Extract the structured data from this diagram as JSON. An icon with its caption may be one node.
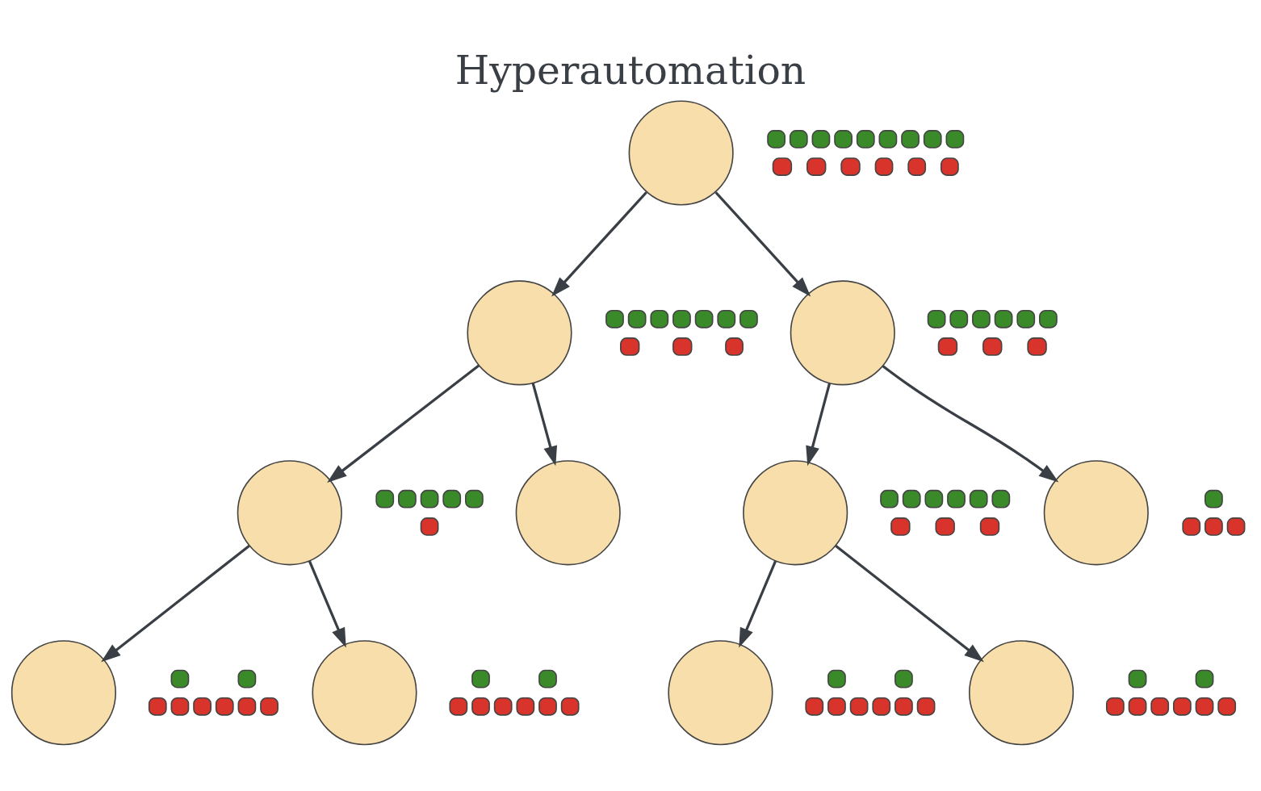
{
  "diagram": {
    "title": "Hyperautomation",
    "nodes": [
      {
        "text": [],
        "shape": "circle"
      },
      {
        "text": [],
        "shape": "circle"
      },
      {
        "text": [],
        "shape": "circle"
      },
      {
        "text": [],
        "shape": "circle"
      },
      {
        "text": [],
        "shape": "circle"
      },
      {
        "text": [],
        "shape": "circle"
      },
      {
        "text": [],
        "shape": "circle"
      },
      {
        "text": [],
        "shape": "circle"
      },
      {
        "text": [],
        "shape": "circle"
      },
      {
        "text": [],
        "shape": "circle"
      },
      {
        "text": [],
        "shape": "circle"
      }
    ],
    "edges": [
      {
        "from": 0,
        "to": 1,
        "arrow": "to"
      },
      {
        "from": 0,
        "to": 2,
        "arrow": "to"
      },
      {
        "from": 1,
        "to": 3,
        "arrow": "to"
      },
      {
        "from": 1,
        "to": 4,
        "arrow": "to"
      },
      {
        "from": 2,
        "to": 5,
        "arrow": "to"
      },
      {
        "from": 2,
        "to": 6,
        "arrow": "to"
      },
      {
        "from": 3,
        "to": 7,
        "arrow": "to"
      },
      {
        "from": 3,
        "to": 8,
        "arrow": "to"
      },
      {
        "from": 5,
        "to": 9,
        "arrow": "to"
      },
      {
        "from": 5,
        "to": 10,
        "arrow": "to"
      }
    ]
  }
}
